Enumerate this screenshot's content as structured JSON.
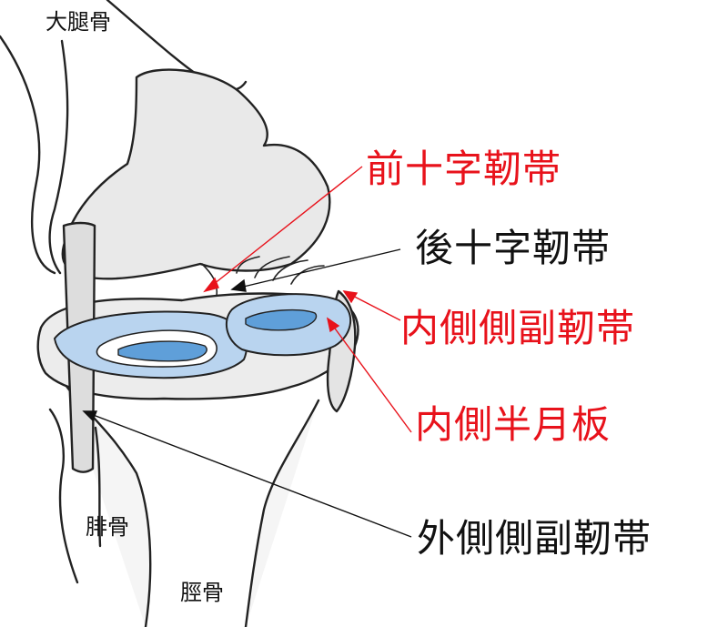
{
  "labels": {
    "femur": "大腿骨",
    "fibula": "腓骨",
    "tibia": "脛骨",
    "acl": "前十字靭帯",
    "pcl": "後十字靭帯",
    "mcl": "内側側副靭帯",
    "medial_meniscus": "内側半月板",
    "lcl": "外側側副靭帯"
  },
  "colors": {
    "red_label": "#e8121b",
    "black_label": "#111111",
    "bone_fill": "#e9e9e9",
    "outline": "#222222",
    "meniscus": "#9ec3ea",
    "meniscus_deep": "#5f9fd9"
  }
}
